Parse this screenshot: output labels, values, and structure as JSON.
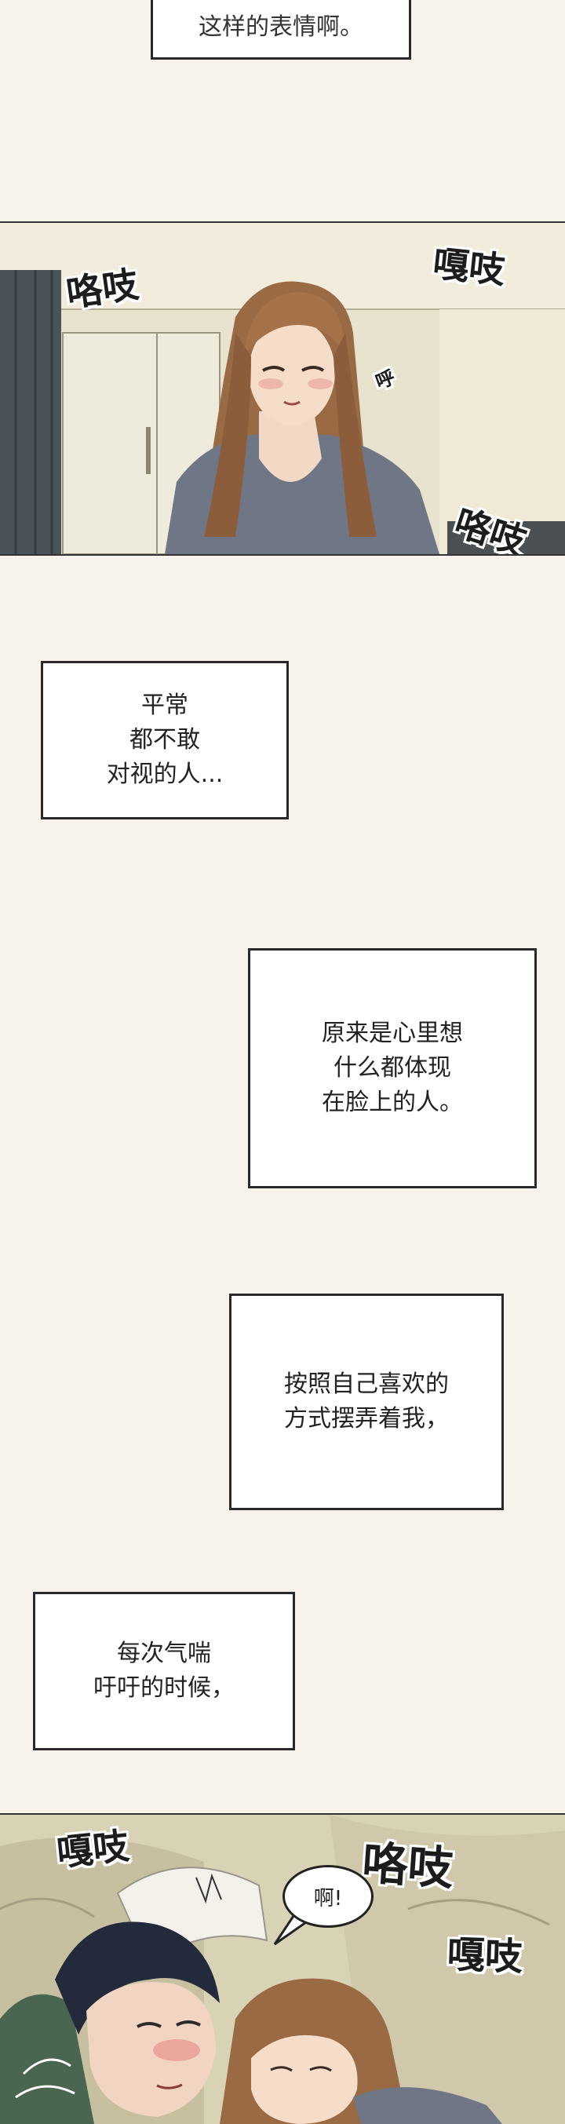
{
  "top_caption": {
    "text": "这样的表情啊。"
  },
  "panel1": {
    "sfx_left": "咯吱",
    "sfx_right": "嘎吱",
    "sfx_small": "呼",
    "sfx_bottom": "咯吱"
  },
  "caption1": {
    "lines": [
      "平常",
      "都不敢",
      "对视的人..."
    ]
  },
  "caption2": {
    "lines": [
      "原来是心里想",
      "什么都体现",
      "在脸上的人。"
    ]
  },
  "caption3": {
    "lines": [
      "按照自己喜欢的",
      "方式摆弄着我，"
    ]
  },
  "caption4": {
    "lines": [
      "每次气喘",
      "吁吁的时候，"
    ]
  },
  "panel2": {
    "sfx_left": "嘎吱",
    "sfx_right": "咯吱",
    "bubble": "啊!",
    "sfx_bottom": "嘎吱"
  }
}
